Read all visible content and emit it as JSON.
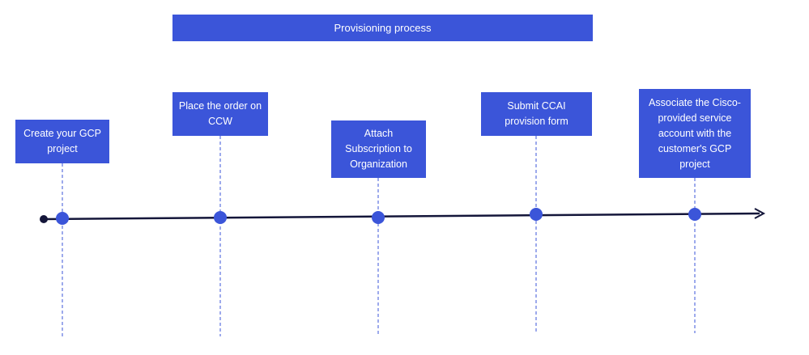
{
  "diagram": {
    "title": "Provisioning process",
    "steps": [
      {
        "label": "Create your GCP project"
      },
      {
        "label": "Place the order on CCW"
      },
      {
        "label": "Attach Subscription to Organization"
      },
      {
        "label": "Submit CCAI provision form"
      },
      {
        "label": "Associate the Cisco-provided service account with the customer's GCP project"
      }
    ]
  },
  "colors": {
    "box_fill": "#3b55d9",
    "marker_fill": "#3b55d9",
    "timeline": "#14163a",
    "connector": "#3b55d9",
    "text": "#ffffff"
  }
}
